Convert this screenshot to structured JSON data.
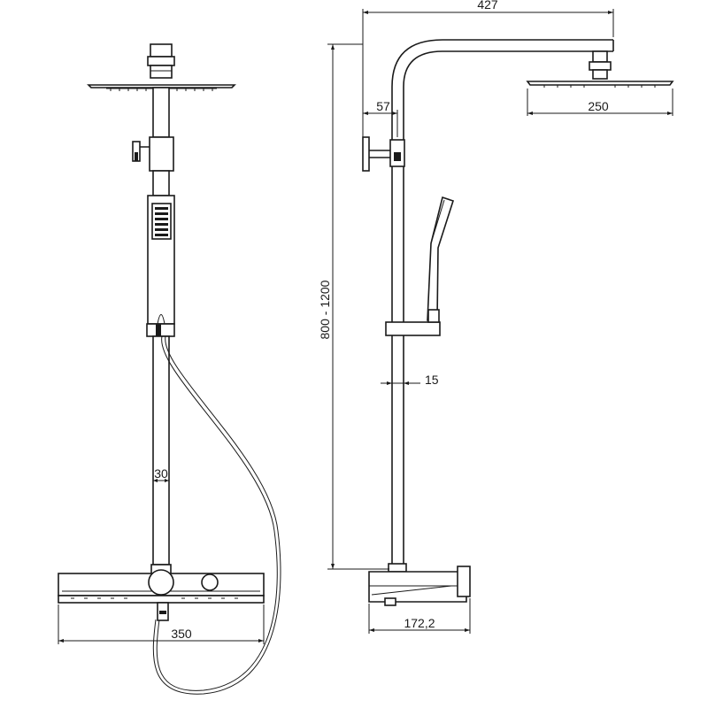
{
  "dimensions": {
    "overhead_arm": "427",
    "wall_offset": "57",
    "head_diameter": "250",
    "height_range": "800 - 1200",
    "riser_offset": "15",
    "pipe_diameter": "30",
    "mixer_width": "350",
    "mixer_depth": "172,2"
  }
}
